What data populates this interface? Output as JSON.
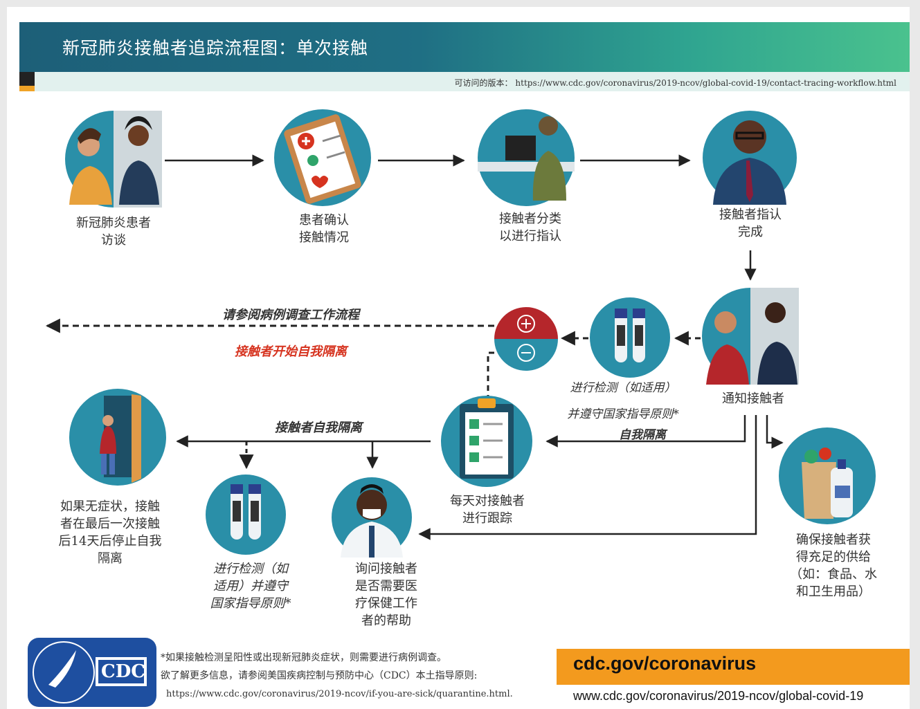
{
  "header": {
    "title": "新冠肺炎接触者追踪流程图：单次接触",
    "access_label": "可访问的版本：",
    "access_url": "https://www.cdc.gov/coronavirus/2019-ncov/global-covid-19/contact-tracing-workflow.html"
  },
  "steps": {
    "interview": "新冠肺炎患者\n访谈",
    "identify": "患者确认\n接触情况",
    "triage": "接触者分类\n以进行指认",
    "done": "接触者指认\n完成",
    "notify": "通知接触者",
    "test_top": "进行检测（如适用）",
    "test_top2": "并遵守国家指导原则*",
    "self_isolate_label": "自我隔离",
    "daily": "每天对接触者\n进行跟踪",
    "supplies": "确保接触者获\n得充足的供给\n（如：食品、水\n和卫生用品）",
    "ask": "询问接触者\n是否需要医\n疗保健工作\n者的帮助",
    "test_bottom": "进行检测（如\n适用）并遵守\n国家指导原则*",
    "stop": "如果无症状，接触\n者在最后一次接触\n后14天后停止自我\n隔离",
    "contact_isolation": "接触者自我隔离",
    "case_workflow": "请参阅病例调查工作流程",
    "contact_starts": "接触者开始自我隔离"
  },
  "footer": {
    "note1": "*如果接触检测呈阳性或出现新冠肺炎症状，则需要进行病例调查。",
    "note2": "欲了解更多信息，请参阅美国疾病控制与预防中心（CDC）本土指导原则:",
    "note3": "https://www.cdc.gov/coronavirus/2019-ncov/if-you-are-sick/quarantine.html.",
    "logo_text": "CDC",
    "cdc_url": "cdc.gov/coronavirus",
    "cdc_url2": "www.cdc.gov/coronavirus/2019-ncov/global-covid-19"
  },
  "icons": {
    "plus": "⊕",
    "minus": "⊖"
  },
  "colors": {
    "teal": "#2a8fa8",
    "dark_teal": "#1d5f78",
    "red": "#b5262b",
    "orange": "#f39a1e",
    "highlight_red": "#d6331f"
  }
}
